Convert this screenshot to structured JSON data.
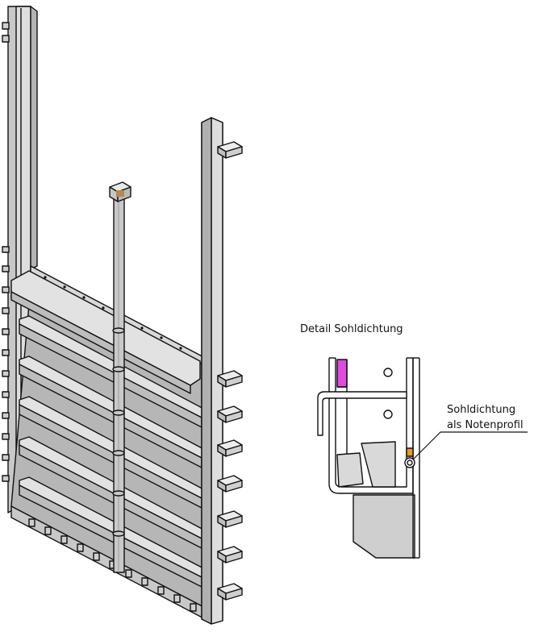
{
  "detail_title": "Detail Sohldichtung",
  "callout": {
    "line1": "Sohldichtung",
    "line2": "als Notenprofil"
  },
  "colors": {
    "steel_light": "#dcdcdc",
    "steel_mid": "#c4c4c4",
    "steel_dark": "#a8a8a8",
    "outline": "#111111",
    "seal_top_magenta": "#e14be0",
    "seal_orange": "#e89a2c",
    "cap_brown": "#b58a4a"
  }
}
